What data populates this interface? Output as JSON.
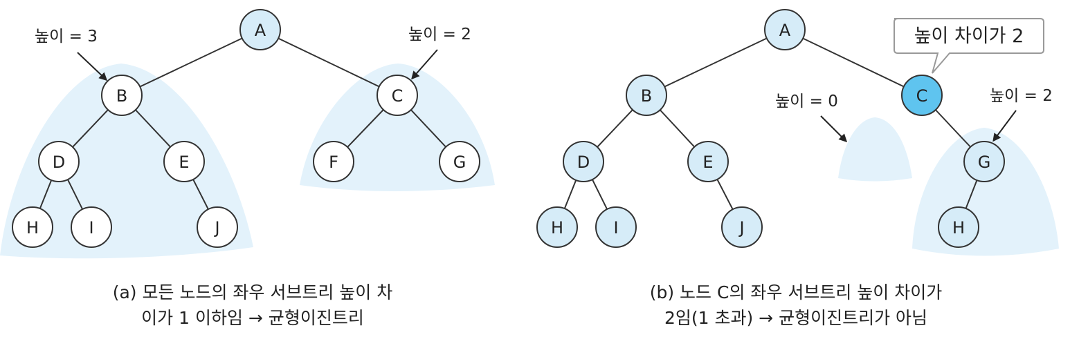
{
  "colors": {
    "node_fill": "#d6ecf8",
    "node_fill_highlight": "#5fc4ef",
    "node_stroke": "#333333",
    "white_node_fill": "#ffffff",
    "subtree_shade": "#e3f2fb",
    "edge": "#333333"
  },
  "panel_a": {
    "nodes": {
      "A": "A",
      "B": "B",
      "C": "C",
      "D": "D",
      "E": "E",
      "F": "F",
      "G": "G",
      "H": "H",
      "I": "I",
      "J": "J"
    },
    "left_height_label": "높이 = 3",
    "right_height_label": "높이 = 2",
    "caption_line1": "(a) 모든 노드의 좌우 서브트리 높이 차",
    "caption_line2": "이가 1 이하임 → 균형이진트리"
  },
  "panel_b": {
    "nodes": {
      "A": "A",
      "B": "B",
      "C": "C",
      "D": "D",
      "E": "E",
      "G": "G",
      "H": "H",
      "I": "I",
      "J": "J",
      "H2": "H"
    },
    "callout": "높이 차이가 2",
    "empty_height_label": "높이 = 0",
    "right_height_label": "높이 = 2",
    "caption_line1": "(b) 노드 C의 좌우 서브트리 높이 차이가",
    "caption_line2": "2임(1 초과) → 균형이진트리가 아님"
  }
}
